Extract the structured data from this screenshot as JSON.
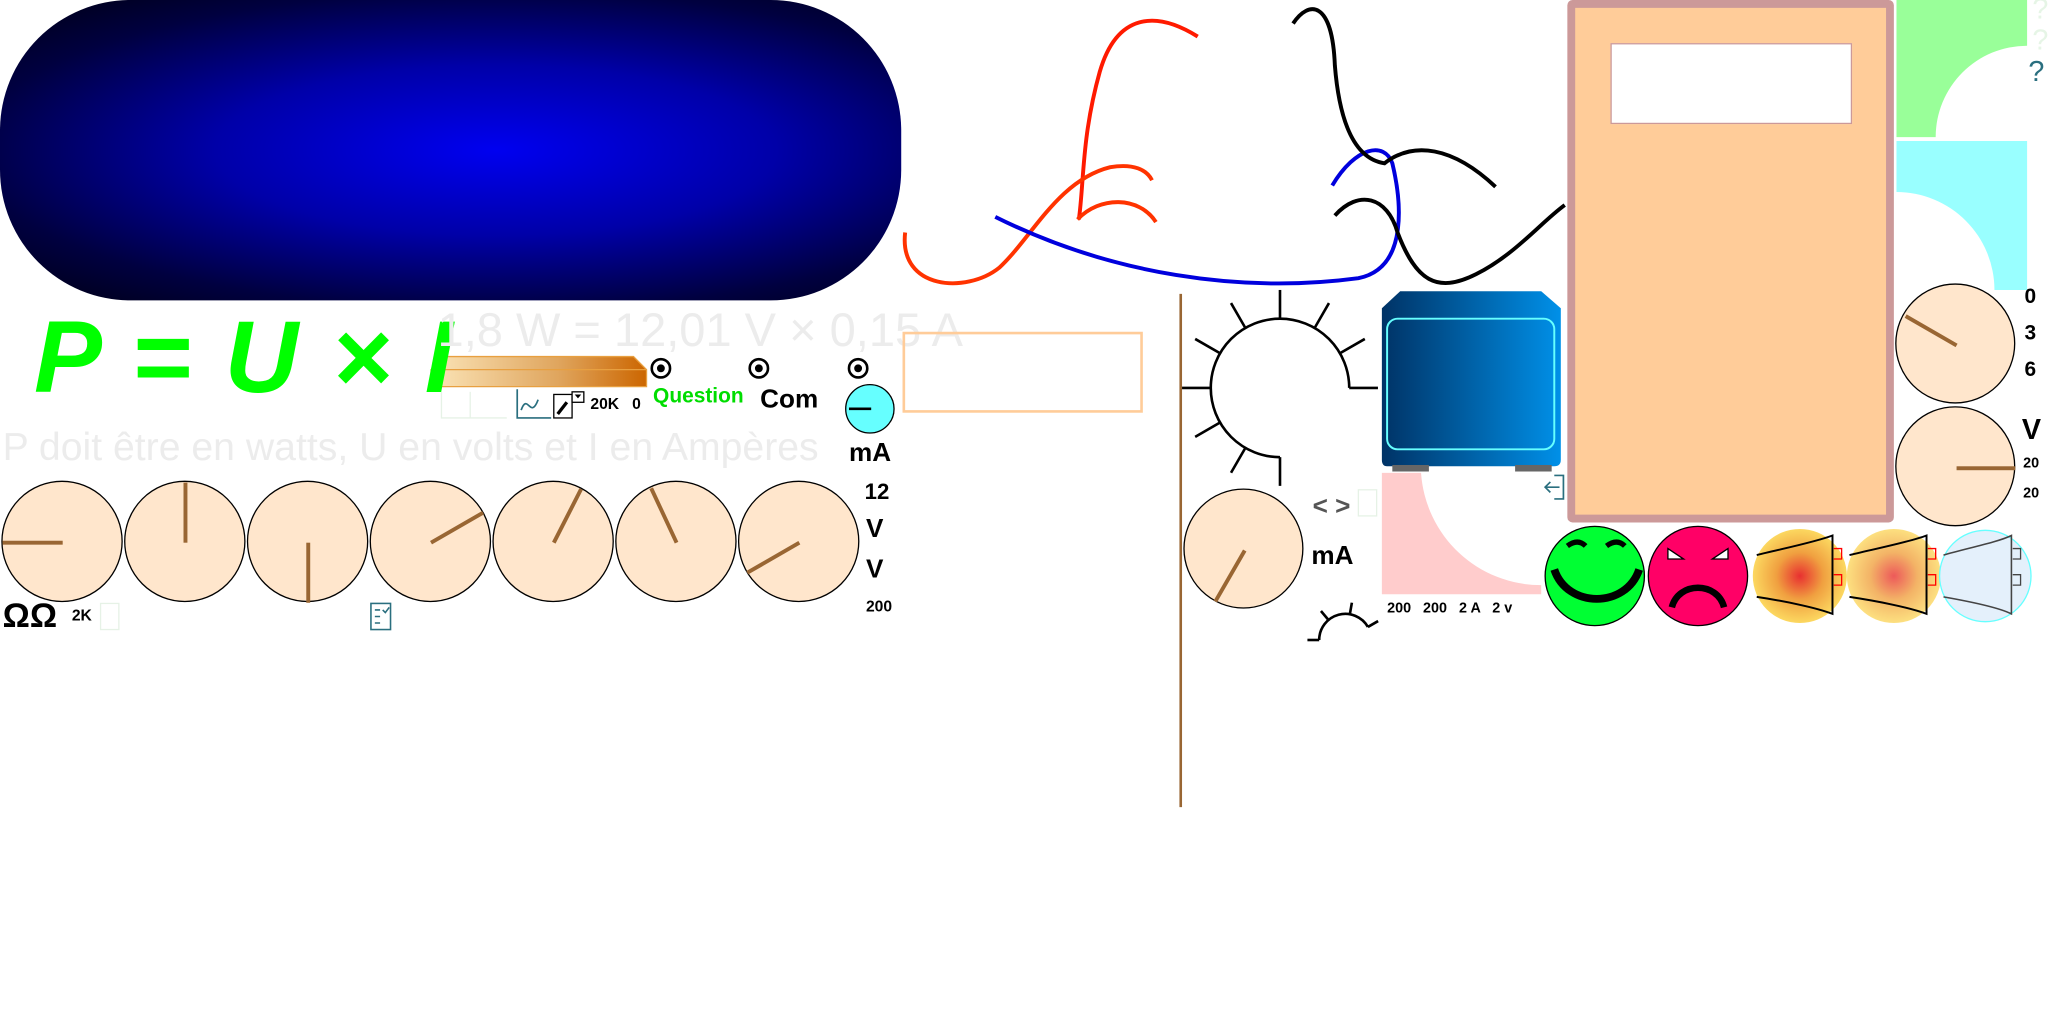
{
  "formula": {
    "text": "P = U × I",
    "calculation": "1,8 W = 12,01 V × 0,15 A",
    "hint": "P doit être en watts, U en volts et I en Ampères"
  },
  "toolbar": {
    "range_20k": "20K",
    "zero": "0"
  },
  "terminals": {
    "question": "Question",
    "com": "Com",
    "ma": "mA"
  },
  "meter_labels": {
    "v12": "12",
    "v1": "V",
    "v2": "V",
    "v200": "200"
  },
  "selector_labels": {
    "ohm": "ΩΩ",
    "k2": "2K"
  },
  "dials_row": [
    {
      "needle_angle": 180
    },
    {
      "needle_angle": 90
    },
    {
      "needle_angle": 270
    },
    {
      "needle_angle": 30
    },
    {
      "needle_angle": 63
    },
    {
      "needle_angle": 115
    },
    {
      "needle_angle": 210
    }
  ],
  "middle": {
    "ma": "mA",
    "nav": "< >",
    "ranges": "200   200   2 A   2 v",
    "dial_needle_angle": 240
  },
  "right": {
    "labels": [
      "0",
      "3",
      "6"
    ],
    "v": "V",
    "r1": "20",
    "r2": "20",
    "dial1_needle_angle": 150,
    "dial2_needle_angle": 0,
    "help": [
      "?",
      "?",
      "?"
    ]
  },
  "colors": {
    "formula": "#00ff00",
    "wire_red": "#ff2200",
    "wire_blue": "#0000dd",
    "panel": "#ffcc99",
    "needle": "#996633"
  }
}
